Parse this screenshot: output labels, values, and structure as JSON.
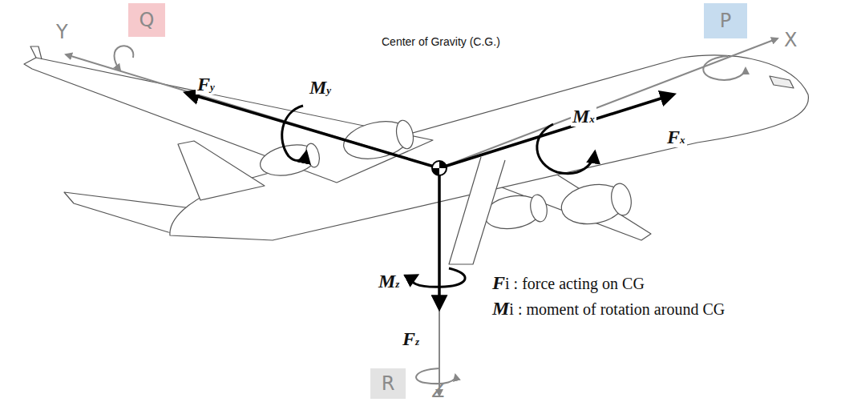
{
  "diagram": {
    "nodes": [
      {
        "text": [
          "Q"
        ]
      },
      {
        "text": [
          "P"
        ]
      },
      {
        "text": [
          "R"
        ]
      }
    ],
    "labels": [
      "Y",
      "Fy",
      "My",
      "Center of Gravity (C.G.)",
      "X",
      "Mx",
      "Fx",
      "Mz",
      "Fz",
      "Z",
      "Fi : force acting on CG",
      "Mi : moment of rotation around CG"
    ]
  }
}
